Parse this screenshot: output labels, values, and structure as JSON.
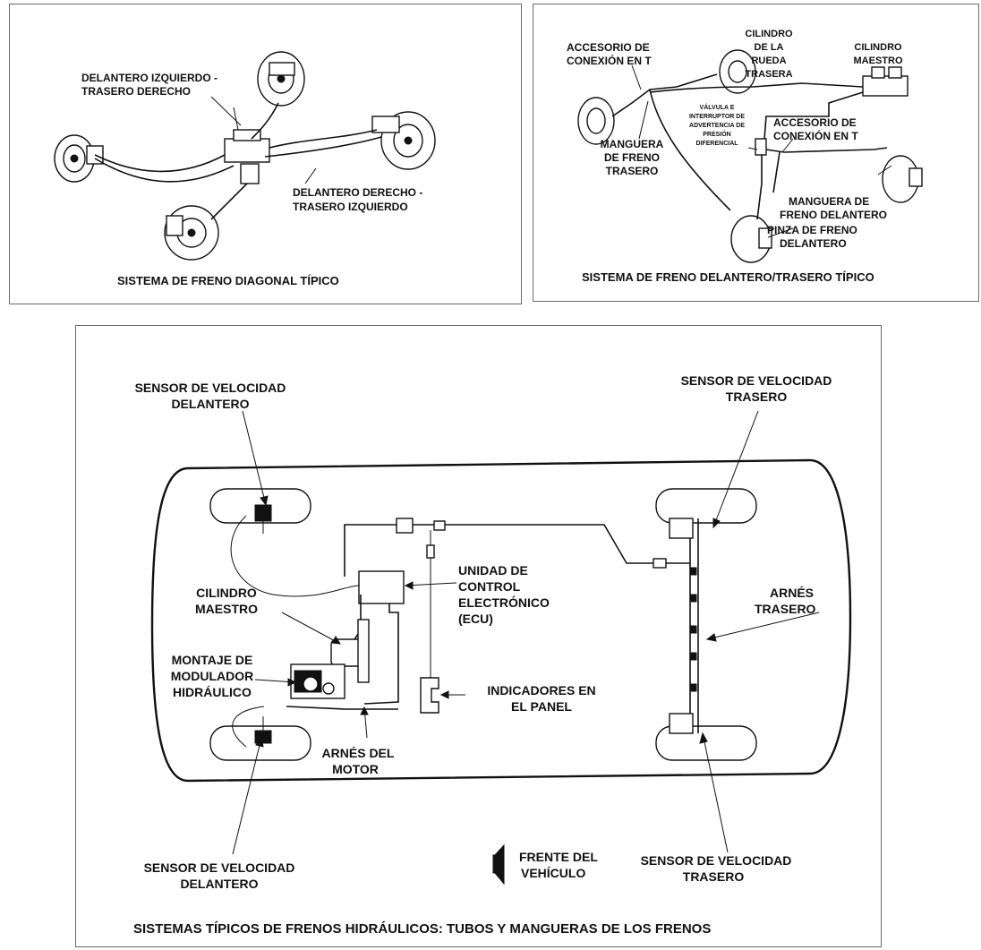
{
  "diagonal": {
    "label_lf_rr_1": "DELANTERO IZQUIERDO -",
    "label_lf_rr_2": "TRASERO DERECHO",
    "label_rf_lr_1": "DELANTERO DERECHO -",
    "label_rf_lr_2": "TRASERO IZQUIERDO",
    "caption": "SISTEMA DE FRENO DIAGONAL TÍPICO"
  },
  "front_rear": {
    "tee_1": "ACCESORIO DE",
    "tee_2": "CONEXIÓN EN T",
    "wheel_cyl_1": "CILINDRO",
    "wheel_cyl_2": "DE LA",
    "wheel_cyl_3": "RUEDA",
    "wheel_cyl_4": "TRASERA",
    "master_1": "CILINDRO",
    "master_2": "MAESTRO",
    "valve_1": "VÁLVULA E",
    "valve_2": "INTERRUPTOR DE",
    "valve_3": "ADVERTENCIA DE",
    "valve_4": "PRESIÓN",
    "valve_5": "DIFERENCIAL",
    "tee2_1": "ACCESORIO DE",
    "tee2_2": "CONEXIÓN EN T",
    "rear_hose_1": "MANGUERA",
    "rear_hose_2": "DE FRENO",
    "rear_hose_3": "TRASERO",
    "front_hose_1": "MANGUERA DE",
    "front_hose_2": "FRENO DELANTERO",
    "caliper_1": "PINZA DE FRENO",
    "caliper_2": "DELANTERO",
    "caption": "SISTEMA DE FRENO DELANTERO/TRASERO TÍPICO"
  },
  "abs": {
    "fs_top_1": "SENSOR DE VELOCIDAD",
    "fs_top_2": "DELANTERO",
    "rs_top_1": "SENSOR DE VELOCIDAD",
    "rs_top_2": "TRASERO",
    "ecu_1": "UNIDAD DE",
    "ecu_2": "CONTROL",
    "ecu_3": "ELECTRÓNICO",
    "ecu_4": "(ECU)",
    "master_1": "CILINDRO",
    "master_2": "MAESTRO",
    "rear_harness_1": "ARNÉS",
    "rear_harness_2": "TRASERO",
    "modulator_1": "MONTAJE DE",
    "modulator_2": "MODULADOR",
    "modulator_3": "HIDRÁULICO",
    "indicators_1": "INDICADORES EN",
    "indicators_2": "EL PANEL",
    "engine_harness_1": "ARNÉS DEL",
    "engine_harness_2": "MOTOR",
    "fs_bottom_1": "SENSOR DE VELOCIDAD",
    "fs_bottom_2": "DELANTERO",
    "front_vehicle_1": "FRENTE DEL",
    "front_vehicle_2": "VEHÍCULO",
    "rs_bottom_1": "SENSOR DE VELOCIDAD",
    "rs_bottom_2": "TRASERO",
    "caption": "SISTEMAS TÍPICOS DE FRENOS HIDRÁULICOS: TUBOS Y MANGUERAS DE LOS FRENOS"
  }
}
